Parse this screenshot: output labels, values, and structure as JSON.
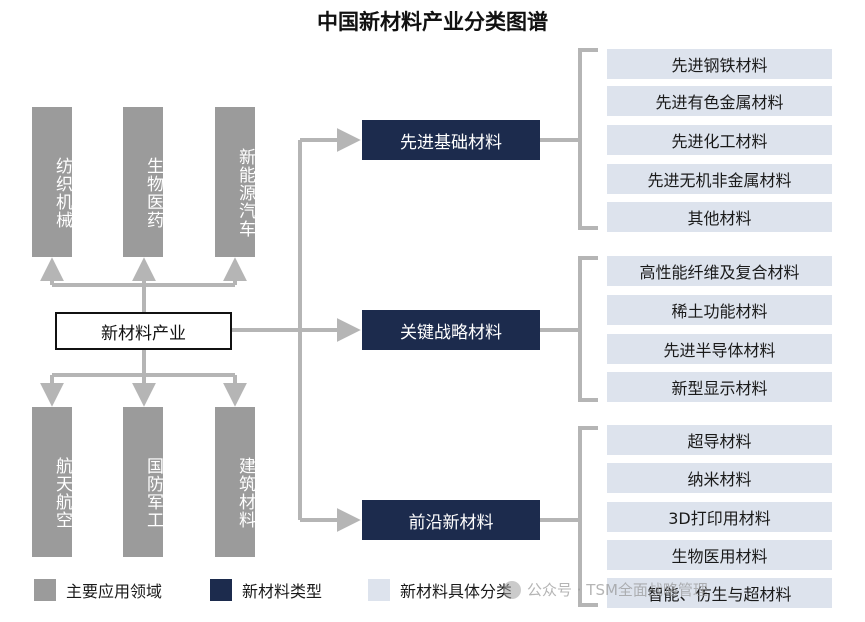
{
  "title": "中国新材料产业分类图谱",
  "center": "新材料产业",
  "applications_top": [
    "纺织机械",
    "生物医药",
    "新能源汽车"
  ],
  "applications_bottom": [
    "航天航空",
    "国防军工",
    "建筑材料"
  ],
  "types": [
    "先进基础材料",
    "关键战略材料",
    "前沿新材料"
  ],
  "groups": [
    [
      "先进钢铁材料",
      "先进有色金属材料",
      "先进化工材料",
      "先进无机非金属材料",
      "其他材料"
    ],
    [
      "高性能纤维及复合材料",
      "稀土功能材料",
      "先进半导体材料",
      "新型显示材料"
    ],
    [
      "超导材料",
      "纳米材料",
      "3D打印用材料",
      "生物医用材料",
      "智能、仿生与超材料"
    ]
  ],
  "legend": [
    {
      "label": "主要应用领域",
      "color": "#9b9b9b"
    },
    {
      "label": "新材料类型",
      "color": "#1c2b4d"
    },
    {
      "label": "新材料具体分类",
      "color": "#dde3ed"
    }
  ],
  "watermark": "公众号 · TSM全面战略管理",
  "colors": {
    "line": "#b5b5b5",
    "bracket": "#b5b5b5"
  }
}
